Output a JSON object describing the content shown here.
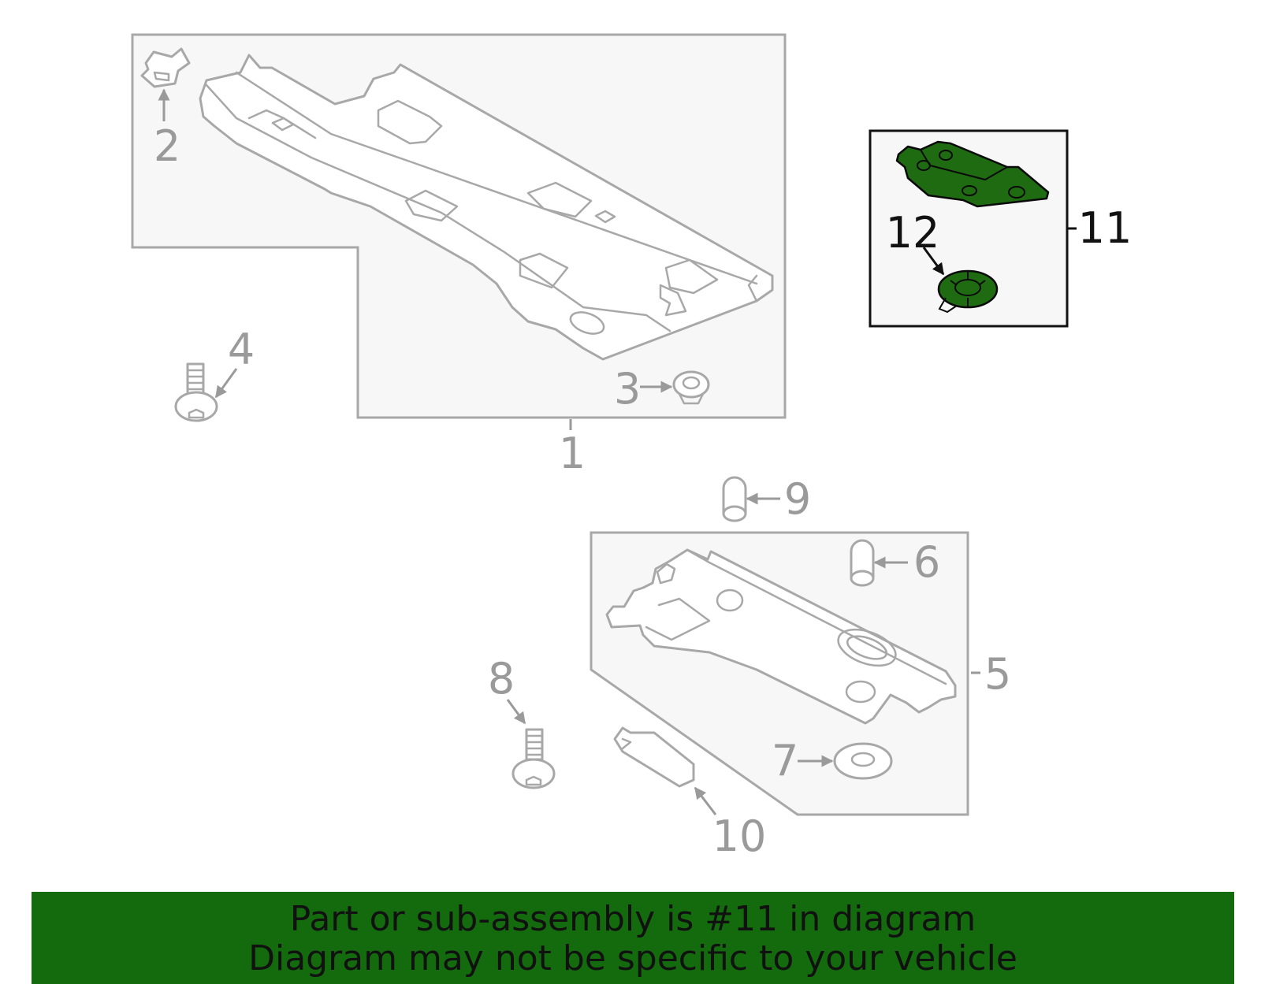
{
  "callouts": {
    "c1": "1",
    "c2": "2",
    "c3": "3",
    "c4": "4",
    "c5": "5",
    "c6": "6",
    "c7": "7",
    "c8": "8",
    "c9": "9",
    "c10": "10",
    "c11": "11",
    "c12": "12"
  },
  "highlight_color": "#146b0e",
  "highlighted_part": "11",
  "banner": {
    "line1": "Part or sub-assembly is #11 in diagram",
    "line2": "Diagram may not be specific to your vehicle"
  }
}
